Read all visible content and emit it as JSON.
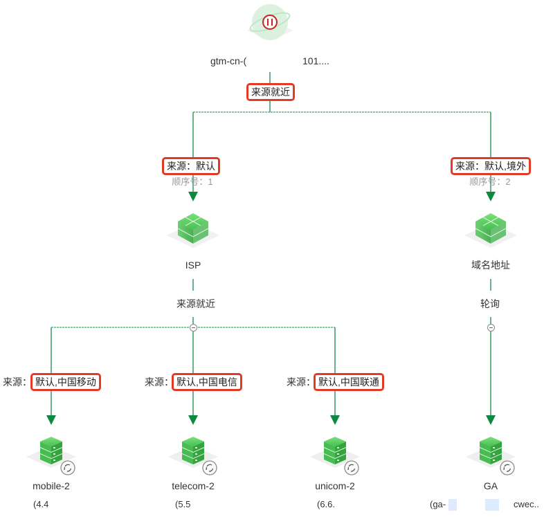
{
  "root": {
    "name_prefix": "gtm-cn-(",
    "name_suffix": "101....",
    "status_icon": "pause-icon",
    "policy": "来源就近"
  },
  "address_pools": [
    {
      "source_label": "来源：默认",
      "order_label": "顺序号：1",
      "name": "ISP",
      "policy": "来源就近",
      "children": [
        {
          "prefix": "来源：",
          "source": "默认,中国移动",
          "name": "mobile-2",
          "address": "(4.4"
        },
        {
          "prefix": "来源：",
          "source": "默认,中国电信",
          "name": "telecom-2",
          "address": "(5.5"
        },
        {
          "prefix": "来源：",
          "source": "默认,中国联通",
          "name": "unicom-2",
          "address": "(6.6."
        }
      ]
    },
    {
      "source_label": "来源：默认,境外",
      "order_label": "顺序号：2",
      "name": "域名地址",
      "policy": "轮询",
      "children": [
        {
          "name": "GA",
          "address_prefix": "(ga-",
          "address_suffix": "cwec.."
        }
      ]
    }
  ],
  "colors": {
    "line": "#1a8a4a",
    "highlight": "#e23b25",
    "node_green": "#3fbf4f"
  }
}
